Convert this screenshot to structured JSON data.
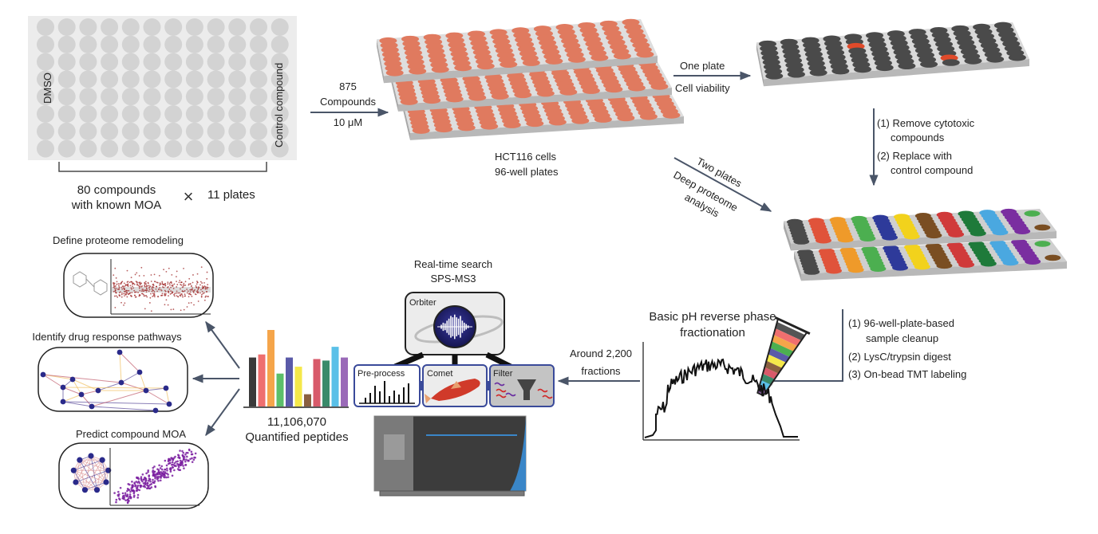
{
  "colors": {
    "plate_gray": "#d3d3d3",
    "plate_bg": "#ececec",
    "cell_salmon": "#e07a5f",
    "dark_well": "#4a4a4a",
    "cytotoxic_red": "#e04a2a",
    "arrow": "#4a5568",
    "module_border": "#3a4a9a",
    "instrument_dark": "#3c3c3c",
    "instrument_blue": "#3a86c8",
    "scatter_purple": "#7a1fa0",
    "scatter_red": "#a02a2a",
    "node_blue": "#2a2a8a",
    "tmt_colors": [
      "#4a4a4a",
      "#e0533a",
      "#ef9a2a",
      "#4caf50",
      "#2e3a9a",
      "#f2d21c",
      "#7a4e22",
      "#d03a3a",
      "#1e7a3a",
      "#4aa8e0",
      "#7a2ea0"
    ],
    "bar_colors": [
      "#3a3a3a",
      "#ef6f6f",
      "#f5a54a",
      "#5cbf6a",
      "#5a5aa8",
      "#f5e84a",
      "#8a6040",
      "#d85a6a",
      "#3a8a6a",
      "#5ac0e8",
      "#9a6ab8"
    ]
  },
  "step1": {
    "left_label": "DMSO",
    "right_label": "Control compound",
    "bracket_line1": "80 compounds",
    "bracket_line2": "with known MOA",
    "times_symbol": "×",
    "plates": "11 plates"
  },
  "step2": {
    "arrow_top1": "875",
    "arrow_top2": "Compounds",
    "arrow_bottom": "10 μM",
    "caption1": "HCT116 cells",
    "caption2": "96-well plates"
  },
  "step3": {
    "arrow_top": "One plate",
    "arrow_bottom": "Cell viability",
    "down_1a": "(1) Remove cytotoxic",
    "down_1b": "compounds",
    "down_2a": "(2) Replace with",
    "down_2b": "control compound"
  },
  "step4": {
    "diag_top": "Two plates",
    "diag_bottom1": "Deep proteome",
    "diag_bottom2": "analysis"
  },
  "step5": {
    "item1a": "(1) 96-well-plate-based",
    "item1b": "sample cleanup",
    "item2": "(2) LysC/trypsin digest",
    "item3": "(3) On-bead TMT labeling"
  },
  "step6": {
    "title1": "Basic pH reverse phase",
    "title2": "fractionation",
    "arrow_top": "Around 2,200",
    "arrow_bottom": "fractions"
  },
  "step7": {
    "title1": "Real-time search",
    "title2": "SPS-MS3",
    "orbiter": "Orbiter",
    "modules": [
      "Pre-process",
      "Comet",
      "Filter"
    ]
  },
  "step8": {
    "count": "11,106,070",
    "caption": "Quantified peptides",
    "bar_heights": [
      0.64,
      0.68,
      1.0,
      0.43,
      0.64,
      0.52,
      0.16,
      0.62,
      0.6,
      0.78,
      0.64
    ]
  },
  "outputs": [
    {
      "title": "Define proteome remodeling"
    },
    {
      "title": "Identify drug response pathways"
    },
    {
      "title": "Predict compound MOA"
    }
  ]
}
